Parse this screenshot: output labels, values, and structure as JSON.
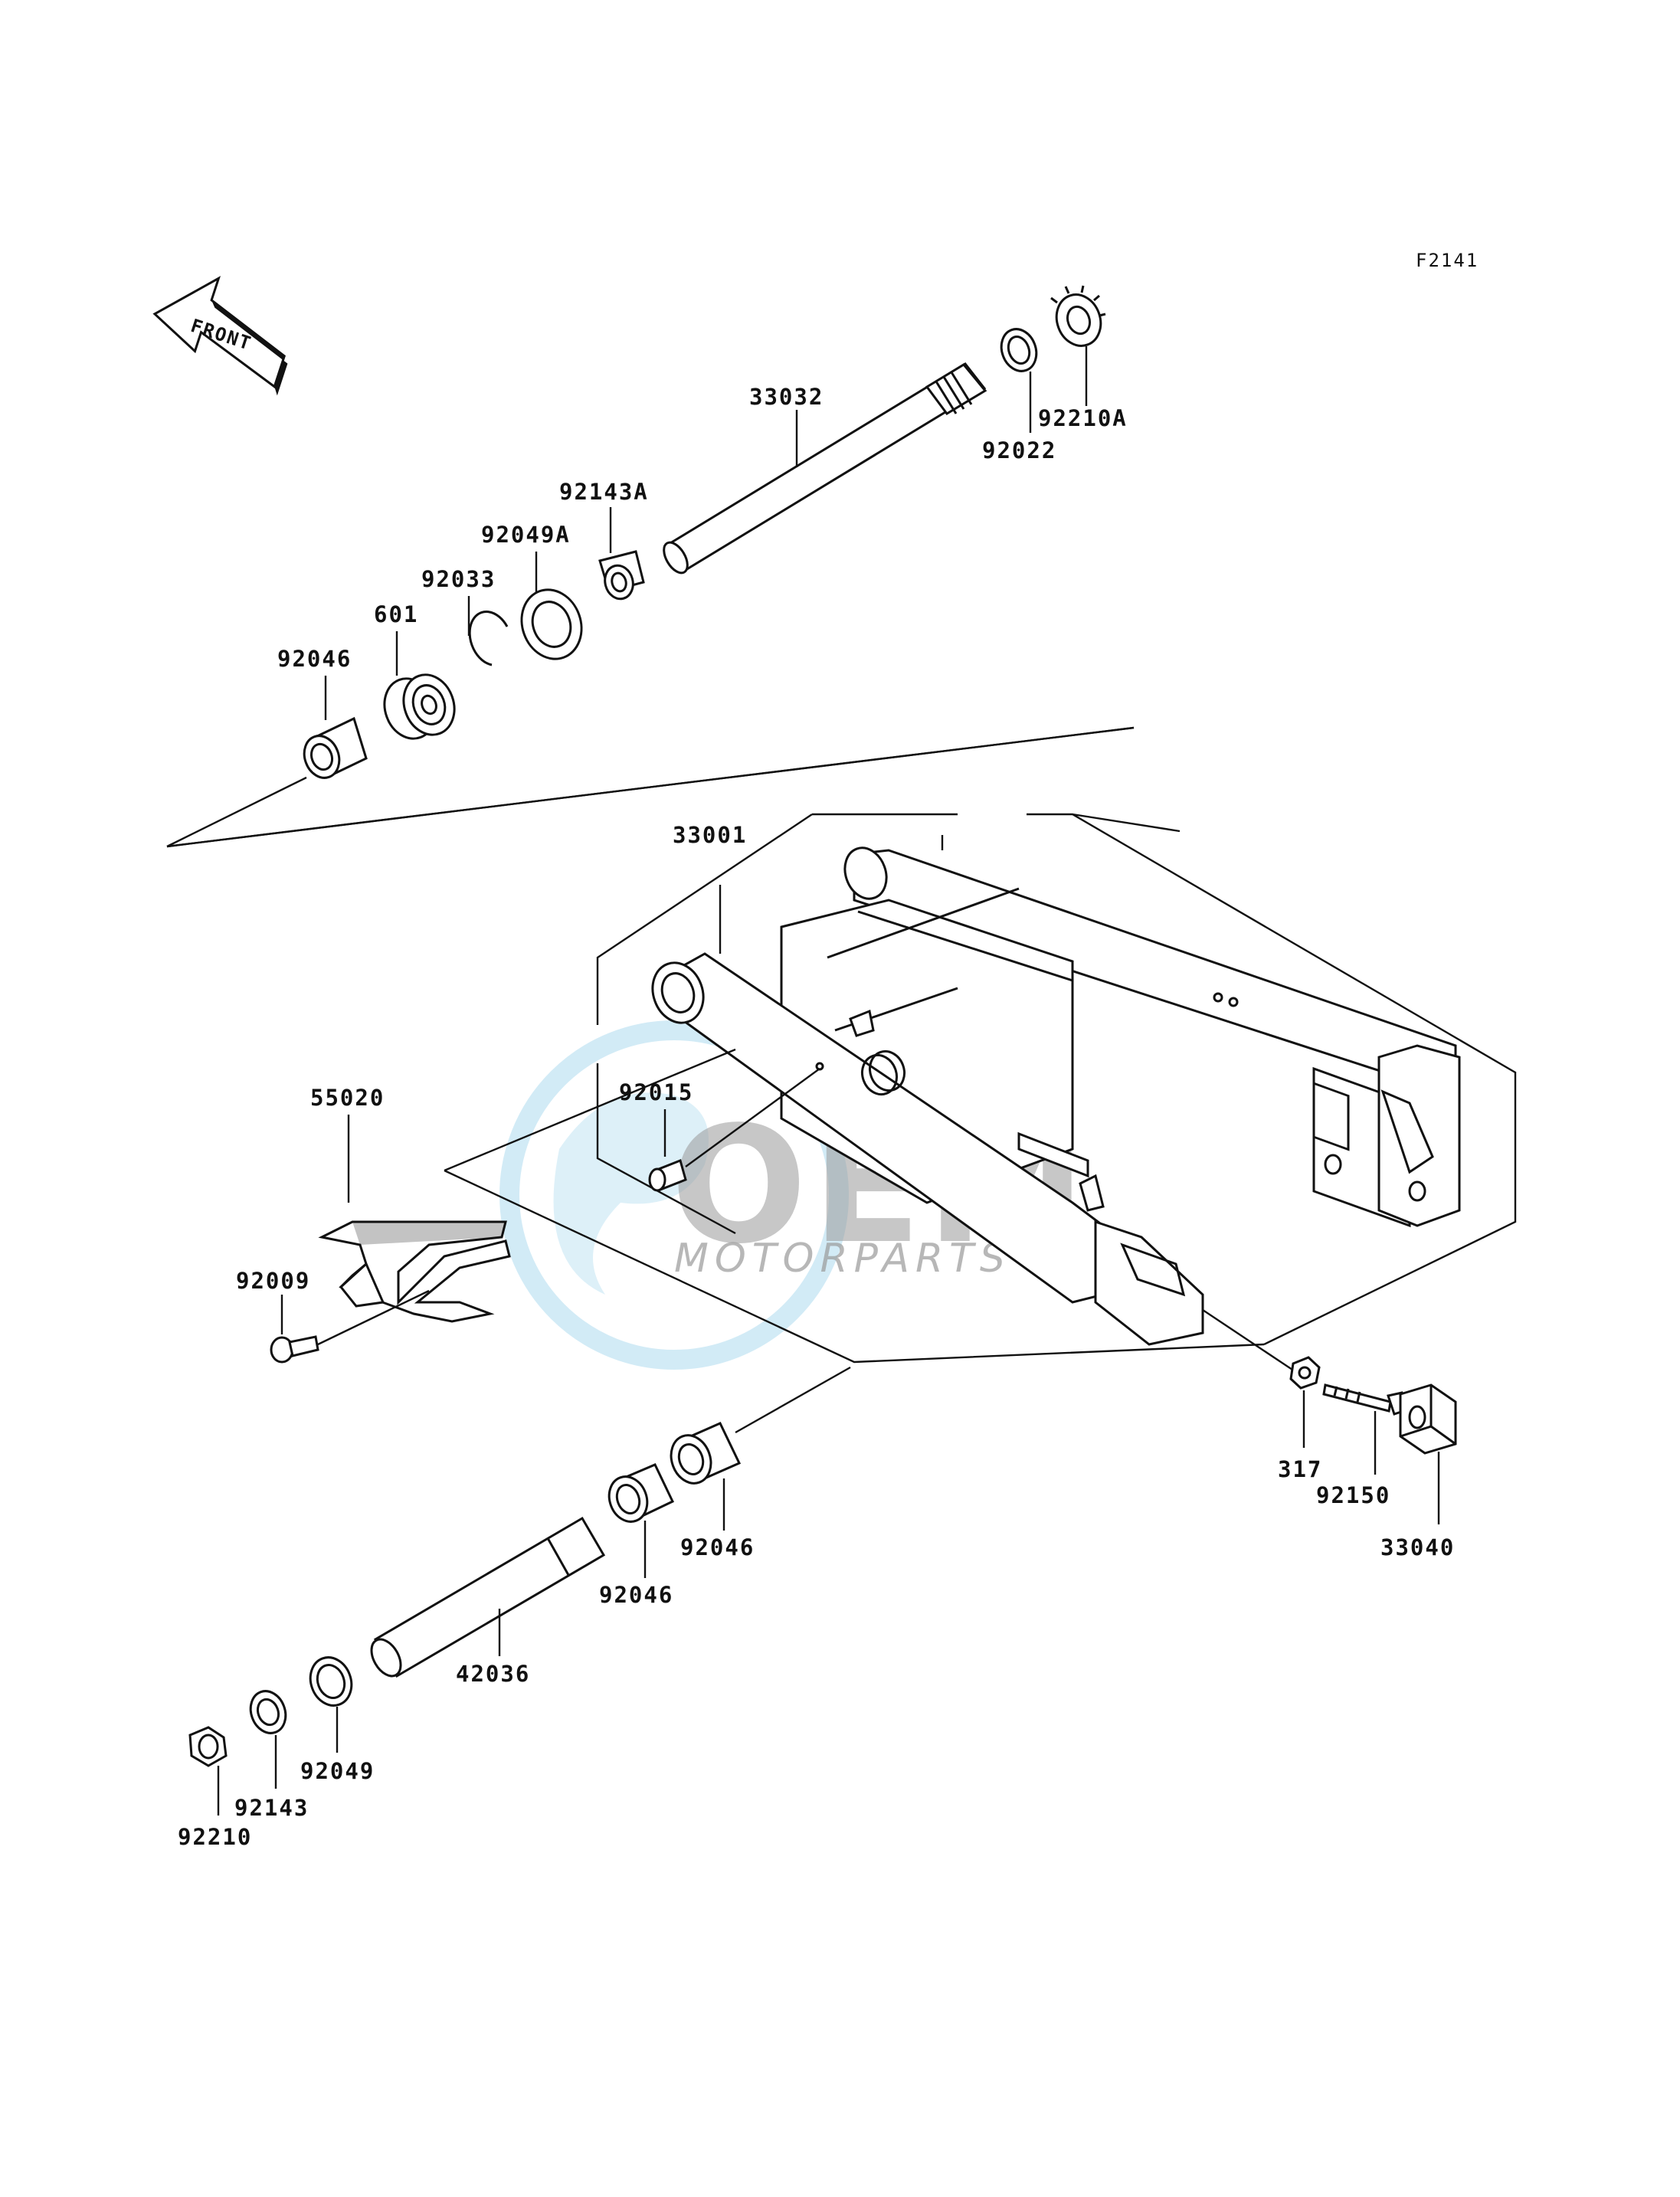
{
  "figure_code": "F2141",
  "front_label": "FRONT",
  "watermark": {
    "brand": "OEM",
    "sub": "MOTORPARTS"
  },
  "parts": [
    {
      "id": "p33032",
      "number": "33032"
    },
    {
      "id": "p92022",
      "number": "92022"
    },
    {
      "id": "p92210A",
      "number": "92210A"
    },
    {
      "id": "p92143A",
      "number": "92143A"
    },
    {
      "id": "p92049A",
      "number": "92049A"
    },
    {
      "id": "p92033",
      "number": "92033"
    },
    {
      "id": "p601",
      "number": "601"
    },
    {
      "id": "p92046a",
      "number": "92046"
    },
    {
      "id": "p33001",
      "number": "33001"
    },
    {
      "id": "p92015",
      "number": "92015"
    },
    {
      "id": "p55020",
      "number": "55020"
    },
    {
      "id": "p92009",
      "number": "92009"
    },
    {
      "id": "p317",
      "number": "317"
    },
    {
      "id": "p92150",
      "number": "92150"
    },
    {
      "id": "p33040",
      "number": "33040"
    },
    {
      "id": "p92046b",
      "number": "92046"
    },
    {
      "id": "p92046c",
      "number": "92046"
    },
    {
      "id": "p42036",
      "number": "42036"
    },
    {
      "id": "p92049",
      "number": "92049"
    },
    {
      "id": "p92143",
      "number": "92143"
    },
    {
      "id": "p92210",
      "number": "92210"
    }
  ]
}
